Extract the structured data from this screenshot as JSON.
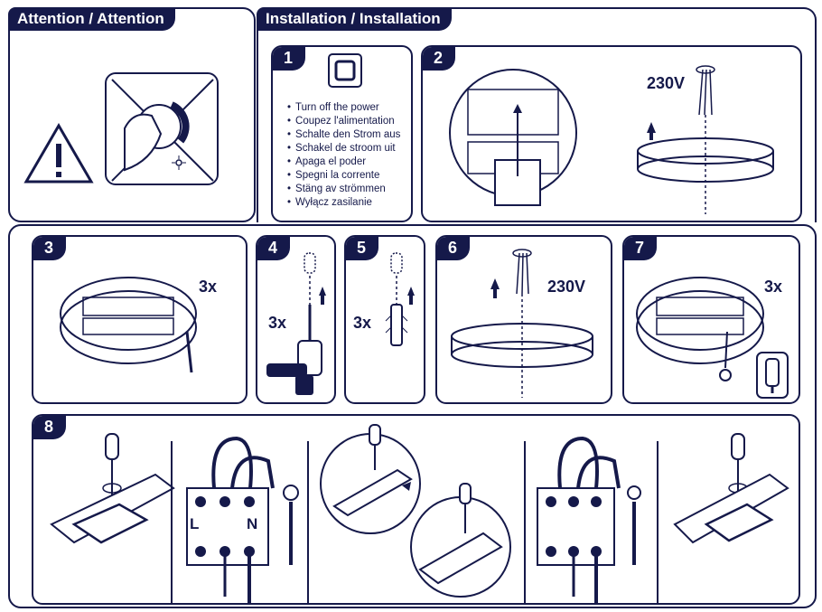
{
  "attention_title": "Attention / Attention",
  "installation_title": "Installation / Installation",
  "steps": {
    "s1": {
      "num": "1",
      "texts": [
        "Turn off the power",
        "Coupez l'alimentation",
        "Schalte den Strom aus",
        "Schakel de stroom uit",
        "Apaga el poder",
        "Spegni la corrente",
        "Stäng av strömmen",
        "Wyłącz zasilanie"
      ]
    },
    "s2": {
      "num": "2",
      "voltage": "230V"
    },
    "s3": {
      "num": "3",
      "count": "3x"
    },
    "s4": {
      "num": "4",
      "count": "3x"
    },
    "s5": {
      "num": "5",
      "count": "3x"
    },
    "s6": {
      "num": "6",
      "voltage": "230V"
    },
    "s7": {
      "num": "7",
      "count": "3x"
    },
    "s8": {
      "num": "8",
      "terminal_l": "L",
      "terminal_n": "N"
    }
  },
  "colors": {
    "primary": "#15194a"
  }
}
